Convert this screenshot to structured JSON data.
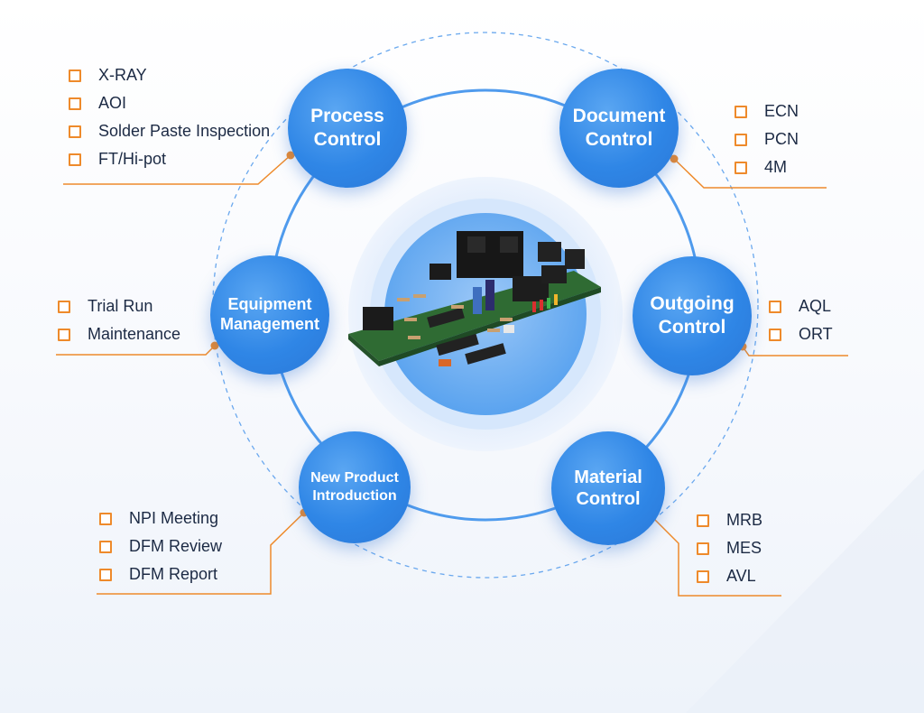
{
  "colors": {
    "accent": "#ee8a2b",
    "node_blue": "#2f86e6",
    "ring_blue": "#5ba6f0",
    "text_dark": "#1c2a44"
  },
  "center": {
    "image": "pcb-circuit-board"
  },
  "nodes": [
    {
      "id": "process-control",
      "label": "Process\nControl",
      "items": [
        "X-RAY",
        "AOI",
        "Solder Paste Inspection",
        "FT/Hi-pot"
      ]
    },
    {
      "id": "document-control",
      "label": "Document\nControl",
      "items": [
        "ECN",
        "PCN",
        "4M"
      ]
    },
    {
      "id": "outgoing-control",
      "label": "Outgoing\nControl",
      "items": [
        "AQL",
        "ORT"
      ]
    },
    {
      "id": "material-control",
      "label": "Material\nControl",
      "items": [
        "MRB",
        "MES",
        "AVL"
      ]
    },
    {
      "id": "new-product-introduction",
      "label": "New Product\nIntroduction",
      "items": [
        "NPI Meeting",
        "DFM Review",
        "DFM Report"
      ]
    },
    {
      "id": "equipment-management",
      "label": "Equipment\nManagement",
      "items": [
        "Trial Run",
        "Maintenance"
      ]
    }
  ]
}
